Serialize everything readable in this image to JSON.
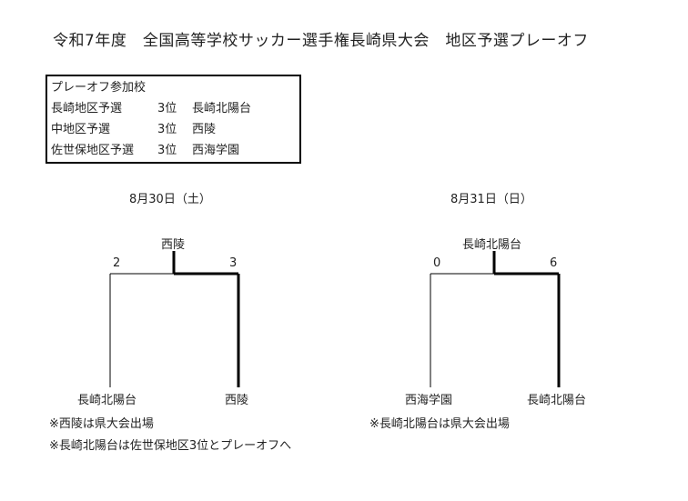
{
  "title": "令和7年度　全国高等学校サッカー選手権長崎県大会　地区予選プレーオフ",
  "participants": {
    "heading": "プレーオフ参加校",
    "rows": [
      {
        "region": "長崎地区予選",
        "rank": "3位",
        "school": "長崎北陽台"
      },
      {
        "region": "中地区予選",
        "rank": "3位",
        "school": "西陵"
      },
      {
        "region": "佐世保地区予選",
        "rank": "3位",
        "school": "西海学園"
      }
    ]
  },
  "matches": [
    {
      "date": "8月30日（土）",
      "winner": "西陵",
      "left_team": "長崎北陽台",
      "right_team": "西陵",
      "left_score": "2",
      "right_score": "3",
      "notes": [
        "※西陵は県大会出場",
        "※長崎北陽台は佐世保地区3位とプレーオフへ"
      ]
    },
    {
      "date": "8月31日（日）",
      "winner": "長崎北陽台",
      "left_team": "西海学園",
      "right_team": "長崎北陽台",
      "left_score": "0",
      "right_score": "6",
      "notes": [
        "※長崎北陽台は県大会出場"
      ]
    }
  ]
}
